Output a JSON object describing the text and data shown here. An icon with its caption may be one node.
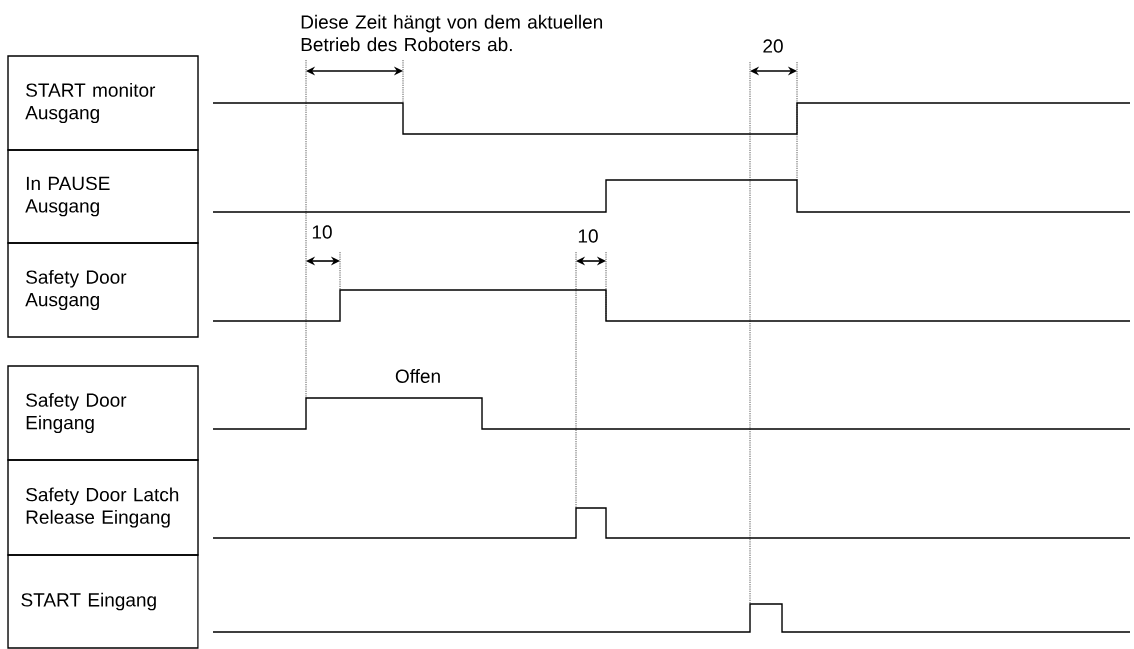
{
  "diagram": {
    "nodes": [
      {
        "text": [
          "START monitor Ausgang"
        ]
      },
      {
        "text": [
          "In PAUSE Ausgang"
        ]
      },
      {
        "text": [
          "Safety Door Ausgang"
        ]
      },
      {
        "text": [
          "Safety Door Eingang"
        ]
      },
      {
        "text": [
          "Safety Door Latch Release Eingang"
        ]
      },
      {
        "text": [
          "START Eingang"
        ]
      }
    ],
    "labels": [
      "Diese Zeit hängt von dem aktuellen Betrieb des Roboters ab.",
      "20",
      "10",
      "10",
      "Offen"
    ]
  }
}
